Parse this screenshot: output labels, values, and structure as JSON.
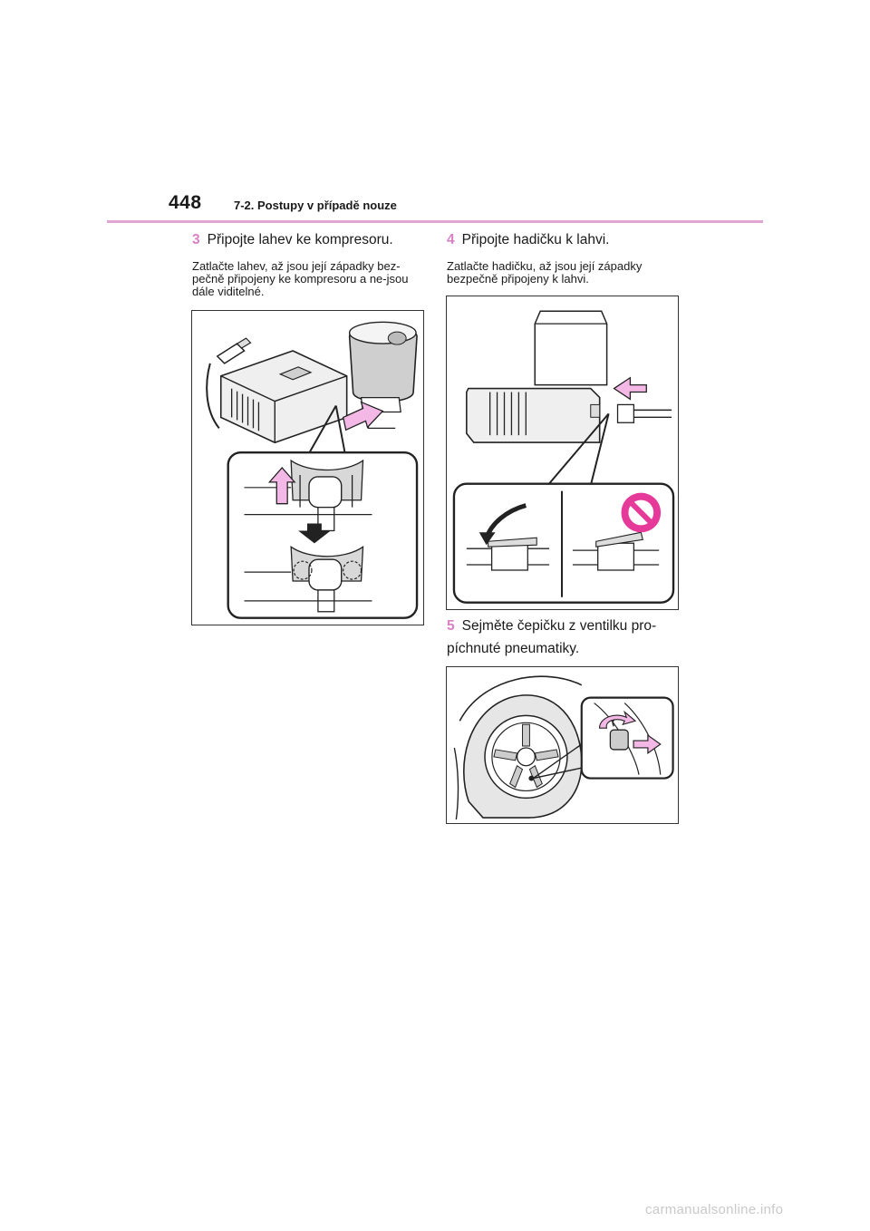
{
  "header": {
    "page_number": "448",
    "section_title": "7-2. Postupy v případě nouze",
    "rule_color": "#e0a6d6"
  },
  "steps": [
    {
      "number": "3",
      "heading": "Připojte lahev ke kompresoru.",
      "body": "Zatlačte lahev, až jsou její západky bez-pečně připojeny ke kompresoru a ne-jsou dále viditelné.",
      "figure": "compressor-bottle-illustration"
    },
    {
      "number": "4",
      "heading": "Připojte hadičku k lahvi.",
      "body": "Zatlačte hadičku, až jsou její západky bezpečně připojeny k lahvi.",
      "figure": "hose-bottle-illustration"
    },
    {
      "number": "5",
      "heading": "Sejměte čepičku z ventilku pro-píchnuté pneumatiky.",
      "figure": "valve-cap-illustration"
    }
  ],
  "colors": {
    "accent": "#d980c6",
    "arrow_fill": "#f3b8e6",
    "prohibition": "#e63a9a"
  },
  "watermark": "carmanualsonline.info"
}
